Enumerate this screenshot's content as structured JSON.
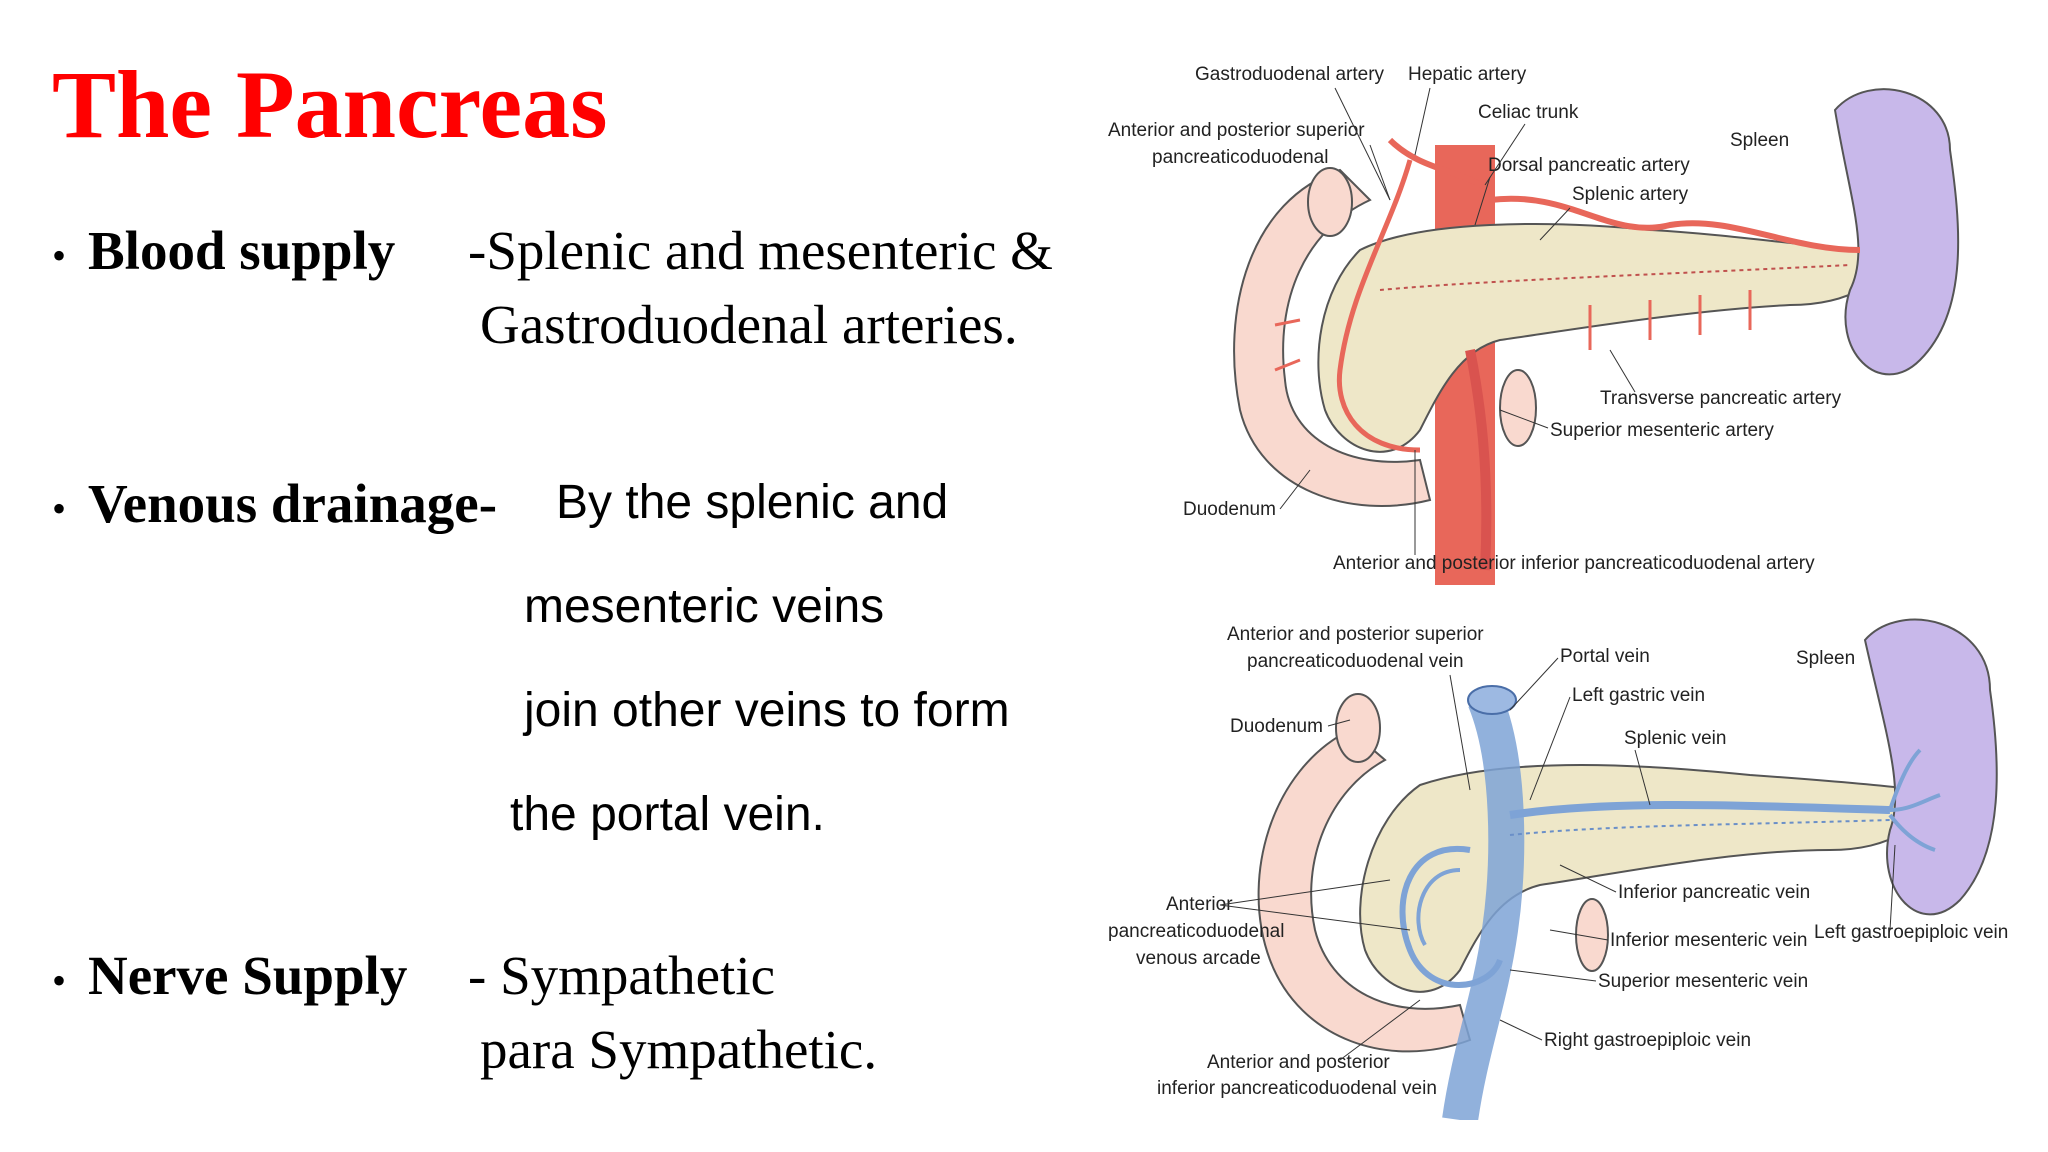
{
  "title": "The Pancreas",
  "bullets": {
    "blood": {
      "term": "Blood supply",
      "line1": "-Splenic and mesenteric &",
      "line2": "Gastroduodenal arteries."
    },
    "venous": {
      "term": "Venous drainage",
      "dash": "-",
      "line1": "By the splenic and",
      "line2": "mesenteric veins",
      "line3": "join other veins to form",
      "line4": "the portal vein."
    },
    "nerve": {
      "term": "Nerve Supply",
      "line1": "- Sympathetic",
      "line2": "para Sympathetic."
    }
  },
  "arterial_diagram": {
    "labels": {
      "gastroduodenal": "Gastroduodenal artery",
      "hepatic": "Hepatic artery",
      "celiac": "Celiac trunk",
      "ant_post_sup_1": "Anterior and posterior superior",
      "ant_post_sup_2": "pancreaticoduodenal",
      "spleen": "Spleen",
      "dorsal": "Dorsal pancreatic artery",
      "splenic": "Splenic artery",
      "transverse": "Transverse pancreatic artery",
      "sma": "Superior mesenteric artery",
      "duodenum": "Duodenum",
      "inferior": "Anterior and posterior inferior pancreaticoduodenal artery"
    },
    "colors": {
      "artery": "#e8675a",
      "pancreas": "#eee7c8",
      "duodenum": "#f9d9cf",
      "spleen": "#c8b8ea"
    }
  },
  "venous_diagram": {
    "labels": {
      "ant_post_sup_1": "Anterior and posterior superior",
      "ant_post_sup_2": "pancreaticoduodenal vein",
      "portal": "Portal vein",
      "left_gastric": "Left gastric vein",
      "spleen": "Spleen",
      "duodenum": "Duodenum",
      "splenic": "Splenic vein",
      "inf_pancreatic": "Inferior pancreatic vein",
      "arcade_1": "Anterior",
      "arcade_2": "pancreaticoduodenal",
      "arcade_3": "venous arcade",
      "imv": "Inferior mesenteric vein",
      "left_gastroepiploic": "Left gastroepiploic vein",
      "smv": "Superior mesenteric vein",
      "right_gastroepiploic": "Right gastroepiploic vein",
      "inferior_1": "Anterior and posterior",
      "inferior_2": "inferior pancreaticoduodenal vein"
    },
    "colors": {
      "vein": "#7ea3d6",
      "pancreas": "#eee7c8",
      "duodenum": "#f9d9cf",
      "spleen": "#c8b8ea"
    }
  }
}
